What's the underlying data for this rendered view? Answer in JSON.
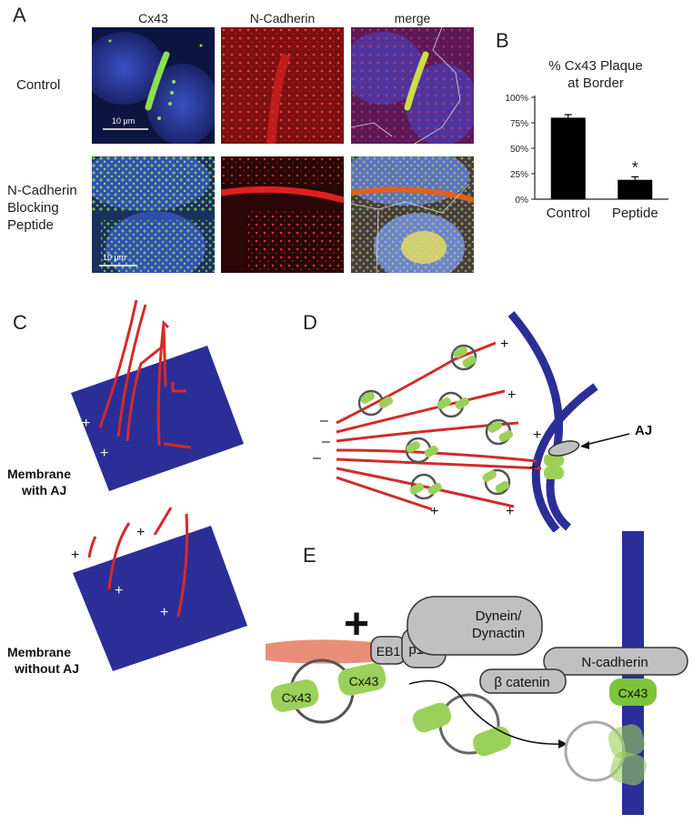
{
  "panels": {
    "a": "A",
    "b": "B",
    "c": "C",
    "d": "D",
    "e": "E"
  },
  "panel_a": {
    "columns": [
      "Cx43",
      "N-Cadherin",
      "merge"
    ],
    "rows": {
      "control": "Control",
      "peptide_line1": "N-Cadherin",
      "peptide_line2": "Blocking",
      "peptide_line3": "Peptide"
    },
    "scale_bar": "10 μm"
  },
  "chart_data": {
    "type": "bar",
    "title_line1": "% Cx43 Plaque",
    "title_line2": "at Border",
    "categories": [
      "Control",
      "Peptide"
    ],
    "values": [
      80,
      19
    ],
    "errors": [
      3,
      3
    ],
    "yticks": [
      "0%",
      "25%",
      "50%",
      "75%",
      "100%"
    ],
    "ylim": [
      0,
      100
    ],
    "annotation": "*",
    "bar_color": "#000000"
  },
  "panel_c": {
    "label_with_line1": "Membrane",
    "label_with_line2": "with AJ",
    "label_without_line1": "Membrane",
    "label_without_line2": "without AJ",
    "plus": "+"
  },
  "panel_d": {
    "aj": "AJ",
    "plus": "+",
    "minus": "–"
  },
  "panel_e": {
    "plus": "+",
    "eb1": "EB1",
    "p150": "p150",
    "dynein_line1": "Dynein/",
    "dynein_line2": "Dynactin",
    "ncadherin": "N-cadherin",
    "bcatenin": "β catenin",
    "cx43": "Cx43"
  },
  "colors": {
    "membrane": "#2b2e96",
    "microtubule": "#d42a2a",
    "connexon": "#9bd15a",
    "protein_gray": "#c0c0c0",
    "mt_pink": "#e88e78"
  }
}
